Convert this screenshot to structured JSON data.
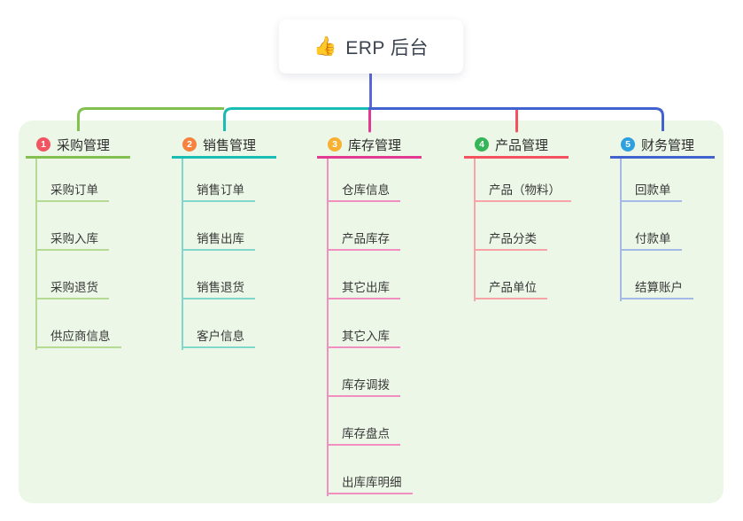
{
  "root": {
    "emoji": "👍",
    "label": "ERP 后台",
    "stem_color": "#5a68d5"
  },
  "panel": {
    "bg": "#ecf7e7"
  },
  "branches": [
    {
      "badge": "1",
      "label": "采购管理",
      "badge_color": "#f25562",
      "line_color": "#82c04f",
      "child_line_color": "#b5da93",
      "children": [
        "采购订单",
        "采购入库",
        "采购退货",
        "供应商信息"
      ]
    },
    {
      "badge": "2",
      "label": "销售管理",
      "badge_color": "#f5833f",
      "line_color": "#19bdb3",
      "child_line_color": "#82d7cd",
      "children": [
        "销售订单",
        "销售出库",
        "销售退货",
        "客户信息"
      ]
    },
    {
      "badge": "3",
      "label": "库存管理",
      "badge_color": "#f7b032",
      "line_color": "#e23a92",
      "child_line_color": "#f18fc0",
      "children": [
        "仓库信息",
        "产品库存",
        "其它出库",
        "其它入库",
        "库存调拨",
        "库存盘点",
        "出库库明细"
      ]
    },
    {
      "badge": "4",
      "label": "产品管理",
      "badge_color": "#35b558",
      "line_color": "#f4525e",
      "child_line_color": "#f8a3a8",
      "children": [
        "产品（物料）",
        "产品分类",
        "产品单位"
      ]
    },
    {
      "badge": "5",
      "label": "财务管理",
      "badge_color": "#2ea0e0",
      "line_color": "#4162cf",
      "child_line_color": "#a3b9e6",
      "children": [
        "回款单",
        "付款单",
        "结算账户"
      ]
    }
  ]
}
